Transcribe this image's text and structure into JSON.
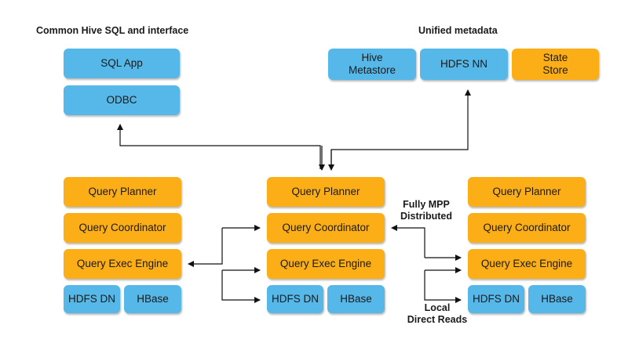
{
  "labels": {
    "common": "Common Hive SQL and interface",
    "unified": "Unified metadata",
    "mpp_line1": "Fully MPP",
    "mpp_line2": "Distributed",
    "local_line1": "Local",
    "local_line2": "Direct Reads"
  },
  "client": {
    "sql_app": "SQL App",
    "odbc": "ODBC"
  },
  "metadata": {
    "hive_line1": "Hive",
    "hive_line2": "Metastore",
    "hdfs_nn": "HDFS NN",
    "state_line1": "State",
    "state_line2": "Store"
  },
  "node": {
    "planner": "Query Planner",
    "coordinator": "Query Coordinator",
    "exec": "Query Exec Engine",
    "hdfs_dn": "HDFS DN",
    "hbase": "HBase"
  },
  "colors": {
    "blue": "#55b8e8",
    "orange": "#fcae17"
  }
}
